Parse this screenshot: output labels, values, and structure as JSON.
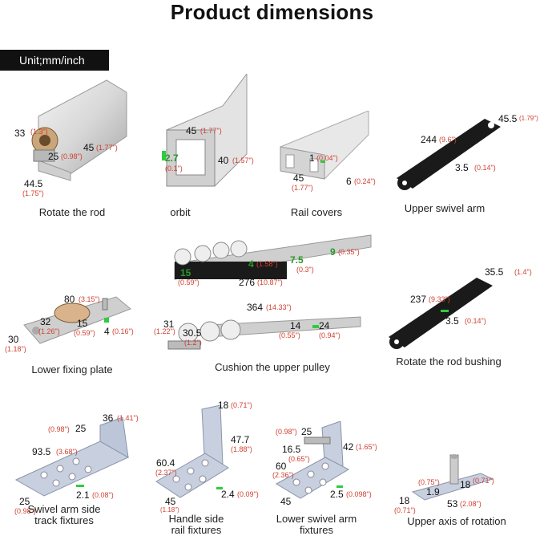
{
  "title": "Product dimensions",
  "unit_label": "Unit;mm/inch",
  "captions": {
    "rotate_rod": "Rotate the rod",
    "orbit": "orbit",
    "rail_covers": "Rail covers",
    "upper_swivel_arm": "Upper swivel arm",
    "lower_fixing_plate": "Lower fixing plate",
    "cushion_upper_pulley": "Cushion the upper pulley",
    "rotate_rod_bushing": "Rotate the rod bushing",
    "swivel_arm_side_1": "Swivel arm side",
    "swivel_arm_side_2": "track fixtures",
    "handle_side_1": "Handle side",
    "handle_side_2": "rail fixtures",
    "lower_swivel_1": "Lower swivel arm",
    "lower_swivel_2": "fixtures",
    "upper_axis": "Upper axis of rotation"
  },
  "dims": {
    "rod": {
      "d33": "33",
      "d33i": "(1.3\")",
      "d25": "25",
      "d25i": "(0.98\")",
      "d45": "45",
      "d45i": "(1.77\")",
      "d445": "44.5",
      "d445i": "(1.75\")"
    },
    "orbit": {
      "d45": "45",
      "d45i": "(1.77\")",
      "d27": "2.7",
      "d27i": "(0.1\")",
      "d40": "40",
      "d40i": "(1.57\")"
    },
    "rail": {
      "d1": "1",
      "d1i": "(0.04\")",
      "d45": "45",
      "d45i": "(1.77\")",
      "d6": "6",
      "d6i": "(0.24\")"
    },
    "arm": {
      "d455": "45.5",
      "d455i": "(1.79\")",
      "d244": "244",
      "d244i": "(9.6\")",
      "d35": "3.5",
      "d35i": "(0.14\")"
    },
    "pulley": {
      "d15": "15",
      "d15i": "(0.59\")",
      "d4": "4",
      "d4i": "(1.58\")",
      "d75": "7.5",
      "d75i": "(0.3\")",
      "d9": "9",
      "d9i": "(0.35\")",
      "d276": "276",
      "d276i": "(10.87\")"
    },
    "plate": {
      "d80": "80",
      "d80i": "(3.15\")",
      "d32": "32",
      "d32i": "(1.26\")",
      "d15": "15",
      "d15i": "(0.59\")",
      "d30": "30",
      "d30i": "(1.18\")",
      "d4": "4",
      "d4i": "(0.16\")"
    },
    "cushion": {
      "d364": "364",
      "d364i": "(14.33\")",
      "d31": "31",
      "d31i": "(1.22\")",
      "d305": "30.5",
      "d305i": "(1.2\")",
      "d14": "14",
      "d14i": "(0.55\")",
      "d24": "24",
      "d24i": "(0.94\")"
    },
    "bushing": {
      "d355": "35.5",
      "d355i": "(1.4\")",
      "d237": "237",
      "d237i": "(9.33\")",
      "d35": "3.5",
      "d35i": "(0.14\")"
    },
    "swivel_track": {
      "d098i": "(0.98\")",
      "d25": "25",
      "d36": "36",
      "d36i": "(1.41\")",
      "d935": "93.5",
      "d935i": "(3.68\")",
      "d21": "2.1",
      "d21i": "(0.08\")",
      "d25b": "25",
      "d25bi": "(0.98\")"
    },
    "handle": {
      "d18": "18",
      "d18i": "(0.71\")",
      "d477": "47.7",
      "d477i": "(1.88\")",
      "d604": "60.4",
      "d604i": "(2.37\")",
      "d45": "45",
      "d45i": "(1.18\")",
      "d24": "2.4",
      "d24i": "(0.09\")"
    },
    "lower_swivel": {
      "d098i": "(0.98\")",
      "d25": "25",
      "d42": "42",
      "d42i": "(1.65\")",
      "d165": "16.5",
      "d165i": "(0.65\")",
      "d60": "60",
      "d60i": "(2.36\")",
      "d45": "45",
      "d25b": "2.5",
      "d25bi": "(0.098\")"
    },
    "axis": {
      "d075i": "(0.75\")",
      "d18": "18",
      "d18i": "(0.71\")",
      "d19": "1.9",
      "d18b": "18",
      "d18bi": "(0.71\")",
      "d53": "53",
      "d53i": "(2.08\")"
    }
  }
}
